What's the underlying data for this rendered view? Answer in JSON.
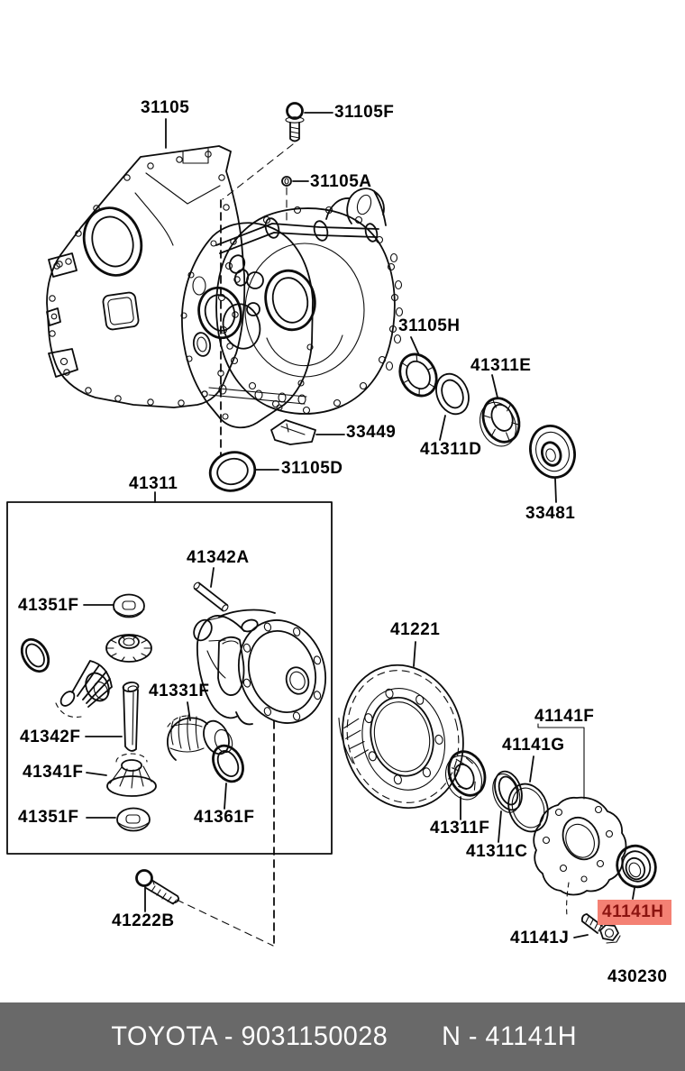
{
  "diagram": {
    "labels": [
      {
        "id": "31105",
        "text": "31105",
        "highlighted": false
      },
      {
        "id": "31105F",
        "text": "31105F",
        "highlighted": false
      },
      {
        "id": "31105A",
        "text": "31105A",
        "highlighted": false
      },
      {
        "id": "31105H",
        "text": "31105H",
        "highlighted": false
      },
      {
        "id": "41311E",
        "text": "41311E",
        "highlighted": false
      },
      {
        "id": "33449",
        "text": "33449",
        "highlighted": false
      },
      {
        "id": "41311D",
        "text": "41311D",
        "highlighted": false
      },
      {
        "id": "31105D",
        "text": "31105D",
        "highlighted": false
      },
      {
        "id": "33481",
        "text": "33481",
        "highlighted": false
      },
      {
        "id": "41311",
        "text": "41311",
        "highlighted": false
      },
      {
        "id": "41342A",
        "text": "41342A",
        "highlighted": false
      },
      {
        "id": "41351F-upper",
        "text": "41351F",
        "highlighted": false
      },
      {
        "id": "41331F",
        "text": "41331F",
        "highlighted": false
      },
      {
        "id": "41342F",
        "text": "41342F",
        "highlighted": false
      },
      {
        "id": "41341F",
        "text": "41341F",
        "highlighted": false
      },
      {
        "id": "41351F-lower",
        "text": "41351F",
        "highlighted": false
      },
      {
        "id": "41361F",
        "text": "41361F",
        "highlighted": false
      },
      {
        "id": "41221",
        "text": "41221",
        "highlighted": false
      },
      {
        "id": "41141F",
        "text": "41141F",
        "highlighted": false
      },
      {
        "id": "41141G",
        "text": "41141G",
        "highlighted": false
      },
      {
        "id": "41311F",
        "text": "41311F",
        "highlighted": false
      },
      {
        "id": "41311C",
        "text": "41311C",
        "highlighted": false
      },
      {
        "id": "41141H",
        "text": "41141H",
        "highlighted": true
      },
      {
        "id": "41141J",
        "text": "41141J",
        "highlighted": false
      },
      {
        "id": "41222B",
        "text": "41222B",
        "highlighted": false
      },
      {
        "id": "430230",
        "text": "430230",
        "highlighted": false
      }
    ],
    "highlight_colors": {
      "background": "#f48174",
      "text": "#8c1410"
    },
    "footer": {
      "left": "TOYOTA - 9031150028",
      "right": "N - 41141H",
      "background": "#696969",
      "text_color": "#ffffff"
    }
  }
}
